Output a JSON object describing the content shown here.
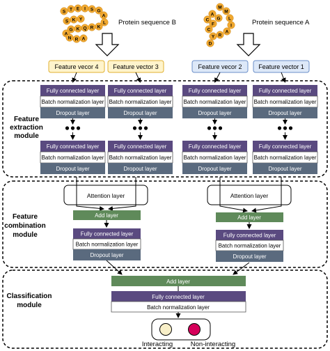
{
  "sequences": {
    "b": {
      "label": "Protein sequence B",
      "letters": [
        "S",
        "T",
        "E",
        "I",
        "S",
        "G",
        "A",
        "L",
        "K",
        "R",
        "Q",
        "K",
        "G",
        "A",
        "N",
        "R",
        "A",
        "S",
        "K",
        "Y"
      ]
    },
    "a": {
      "label": "Protein sequence A",
      "letters": [
        "M",
        "M",
        "L",
        "I",
        "A",
        "R",
        "Y",
        "C",
        "F",
        "G",
        "A",
        "C",
        "D"
      ]
    }
  },
  "feature_vectors": [
    "Feature vecor 4",
    "Feature vector 3",
    "Feature vecor 2",
    "Feature vector 1"
  ],
  "layers": {
    "fc": "Fully connected layer",
    "bn": "Batch normalization layer",
    "dropout": "Dropout layer",
    "attention": "Attention layer",
    "add": "Add layer"
  },
  "modules": {
    "extraction": [
      "Feature",
      "extraction",
      "module"
    ],
    "combination": [
      "Feature",
      "combination",
      "module"
    ],
    "classification": [
      "Classification",
      "module"
    ]
  },
  "outputs": [
    "Interacting",
    "Non-interacting"
  ],
  "colors": {
    "fc": "#5a4a80",
    "bn": "#ffffff",
    "dropout": "#5a6a7e",
    "add": "#5f8a5a",
    "fv_left_bg": "#fff4cc",
    "fv_left_border": "#e0b030",
    "fv_right_bg": "#dde8f8",
    "fv_right_border": "#6a8ec8",
    "bead": "#f0a830",
    "interacting": "#f8efc8",
    "non_interacting": "#d6005a"
  }
}
